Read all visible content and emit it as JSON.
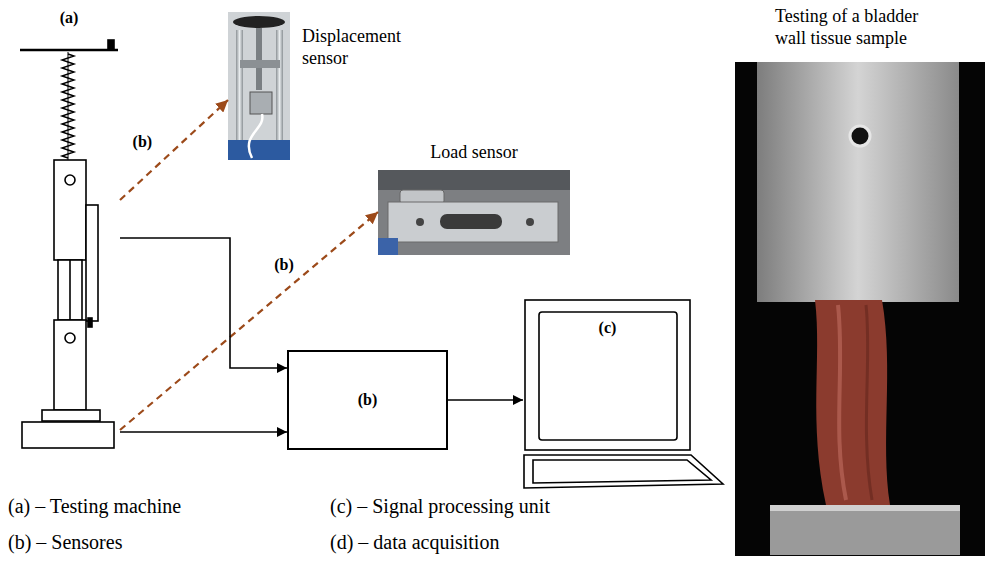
{
  "diagram": {
    "nodes": [
      {
        "text": [
          "(a)"
        ]
      },
      {
        "text": [
          "Displacement sensor"
        ]
      },
      {
        "text": [
          "Load sensor"
        ]
      },
      {
        "text": [
          "(b)"
        ]
      },
      {
        "text": [
          "(c)"
        ]
      }
    ],
    "edges": [
      {
        "from": 0,
        "to": 1,
        "arrow": "to",
        "label": "(b)"
      },
      {
        "from": 0,
        "to": 2,
        "arrow": "to",
        "label": "(b)"
      },
      {
        "from": 0,
        "to": 3,
        "arrow": "to"
      },
      {
        "from": 0,
        "to": 3,
        "arrow": "to"
      },
      {
        "from": 3,
        "to": 4,
        "arrow": "to"
      }
    ],
    "labels": [
      "Testing of a bladder wall tissue sample",
      "(a) – Testing machine",
      "(b) – Sensores",
      "(c) – Signal processing unit",
      "(d) – data acquisition"
    ]
  }
}
